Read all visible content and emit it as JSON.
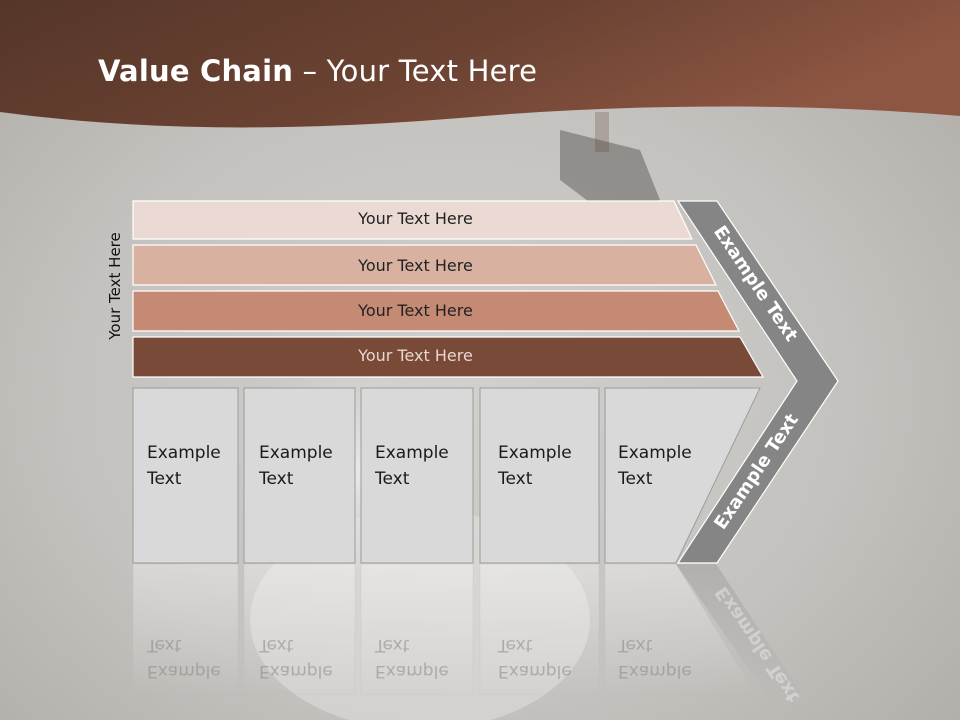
{
  "slide": {
    "title_bold": "Value Chain",
    "title_rest": " – Your Text Here",
    "side_label": "Your Text Here",
    "rows": [
      {
        "label": "Your Text Here",
        "fill": "#ebdad3",
        "text_color": "#222222"
      },
      {
        "label": "Your Text Here",
        "fill": "#d9b1a1",
        "text_color": "#222222"
      },
      {
        "label": "Your Text Here",
        "fill": "#c58a73",
        "text_color": "#222222"
      },
      {
        "label": "Your Text Here",
        "fill": "#7a4a38",
        "text_color": "#e8d6cf"
      }
    ],
    "boxes": [
      {
        "line1": "Example",
        "line2": "Text"
      },
      {
        "line1": "Example",
        "line2": "Text"
      },
      {
        "line1": "Example",
        "line2": "Text"
      },
      {
        "line1": "Example",
        "line2": "Text"
      },
      {
        "line1": "Example",
        "line2": "Text"
      }
    ],
    "chevron_top": "Example Text",
    "chevron_bottom": "Example Text"
  },
  "colors": {
    "header_dark": "#553629",
    "header_light": "#8d5642",
    "chevron": "#858585",
    "box_fill": "#d9d9d9"
  }
}
